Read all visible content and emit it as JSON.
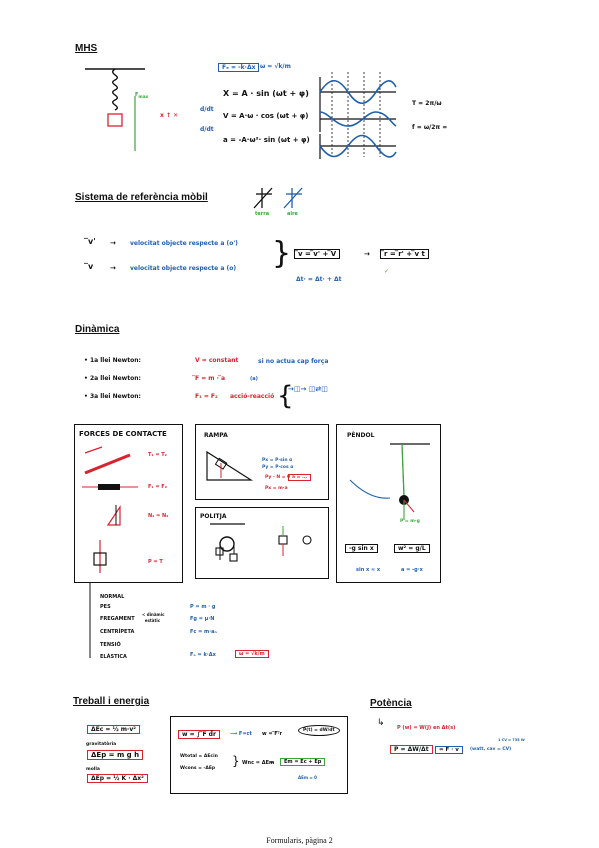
{
  "mhs": {
    "title": "MHS",
    "force_eq": "Fₑ = -k·Δx",
    "omega_eq": "ω = √k/m",
    "pos_eq": "X = A · sin (ωt + φ)",
    "vel_eq": "V = A·ω · cos (ωt + φ)",
    "acc_eq": "a = -A·ω²· sin (ωt + φ)",
    "period_eq": "T = 2π/ω",
    "freq_eq": "f = ω/2π ="
  },
  "ref": {
    "title": "Sistema de referència mòbil",
    "terra": "terra",
    "aire": "aire",
    "v_prime": "̅v'",
    "v_prime_text": "velocitat objecte respecte a (o')",
    "v": "̅v",
    "v_text": "velocitat objecte respecte a (o)",
    "eq1": "̅v = ̅v' + ̅V",
    "eq2": "̅r = ̅r' + ̅v t",
    "eq3": "Δt· = Δt· + Δt"
  },
  "dinamica": {
    "title": "Dinàmica",
    "law1_label": "1a llei Newton:",
    "law1_eq": "V = constant",
    "law1_note": "si no actua cap força",
    "law2_label": "2a llei Newton:",
    "law2_eq": "̅F = m · ̅a",
    "law2_note": "(a)",
    "law3_label": "3a llei Newton:",
    "law3_eq": "F₁ = F₂",
    "law3_note": "acció-reacció",
    "forces_title": "FORCES DE CONTACTE",
    "f_eq1": "T₁ = T₂",
    "f_eq2": "F₁ = F₂",
    "f_eq3": "N₁ = N₂",
    "f_eq4": "P = T",
    "rampa_title": "RAMPA",
    "rampa_eq1": "Px = P·sin α",
    "rampa_eq2": "Py = P·cos α",
    "rampa_eq3": "Py - N = 0",
    "rampa_eq4": "Px = m·a",
    "politja_title": "POLITJA",
    "pendol_title": "PÈNDOL",
    "pendol_eq1": "-g sin x",
    "pendol_eq2": "w² = g/L",
    "pendol_eq3": "sin x ≈ x",
    "pendol_eq4": "a = -g·x",
    "pendol_p": "P = m·g",
    "list": [
      "NORMAL",
      "PES",
      "FREGAMENT",
      "CENTRÍPETA",
      "TENSIÓ",
      "ELÀSTICA"
    ],
    "freg_sub1": "dinàmic",
    "freg_sub2": "estàtic",
    "pes_eq": "P = m · g",
    "freg_eq": "Fg = μ·N",
    "cent_eq": "Fc = m·aₙ",
    "elas_eq": "Fₑ = k·Δx",
    "elas_box": "ω = √k/m"
  },
  "treball": {
    "title": "Treball i energia",
    "ec": "ΔEc = ½ m·v²",
    "grav_label": "gravitatòria",
    "ep": "ΔEp = m g h",
    "elas_label": "molla",
    "epe": "ΔEp = ½ K · Δx²",
    "w_int": "w = ∫ ̅F d̅r",
    "w_dot": "w = ̅F·̅r",
    "power_circle": "P(t) = dW/dt",
    "w_total": "Wtotal = ΔEcin",
    "w_cons": "Wcons = -ΔEp",
    "w_ec": "Wnc = ΔEm",
    "em": "Em = Ec + Ep",
    "em_note": "ΔEm = 0"
  },
  "potencia": {
    "title": "Potència",
    "def": "P (w) = W(J) en Δt(s)",
    "p_eq": "P = ΔW/Δt",
    "p_v": "= F · v",
    "note": "(watt, cav = CV)",
    "cv": "1 CV = 735 W"
  },
  "footer": "Formularis, pàgina 2"
}
